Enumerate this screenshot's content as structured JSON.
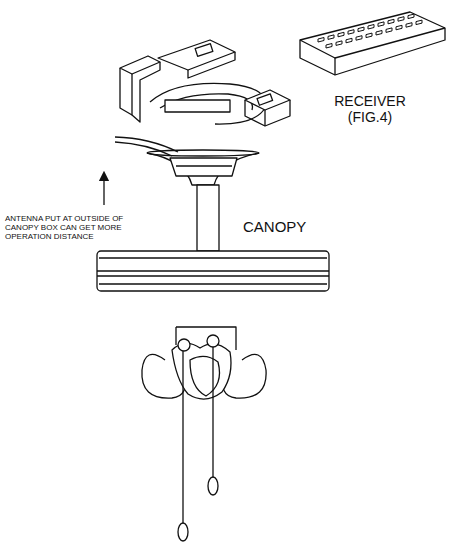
{
  "diagram": {
    "labels": [
      "RECEIVER (FIG.4)",
      "CANOPY",
      "ANTENNA PUT AT OUTSIDE OF CANOPY BOX CAN GET MORE OPERATION DISTANCE"
    ]
  }
}
